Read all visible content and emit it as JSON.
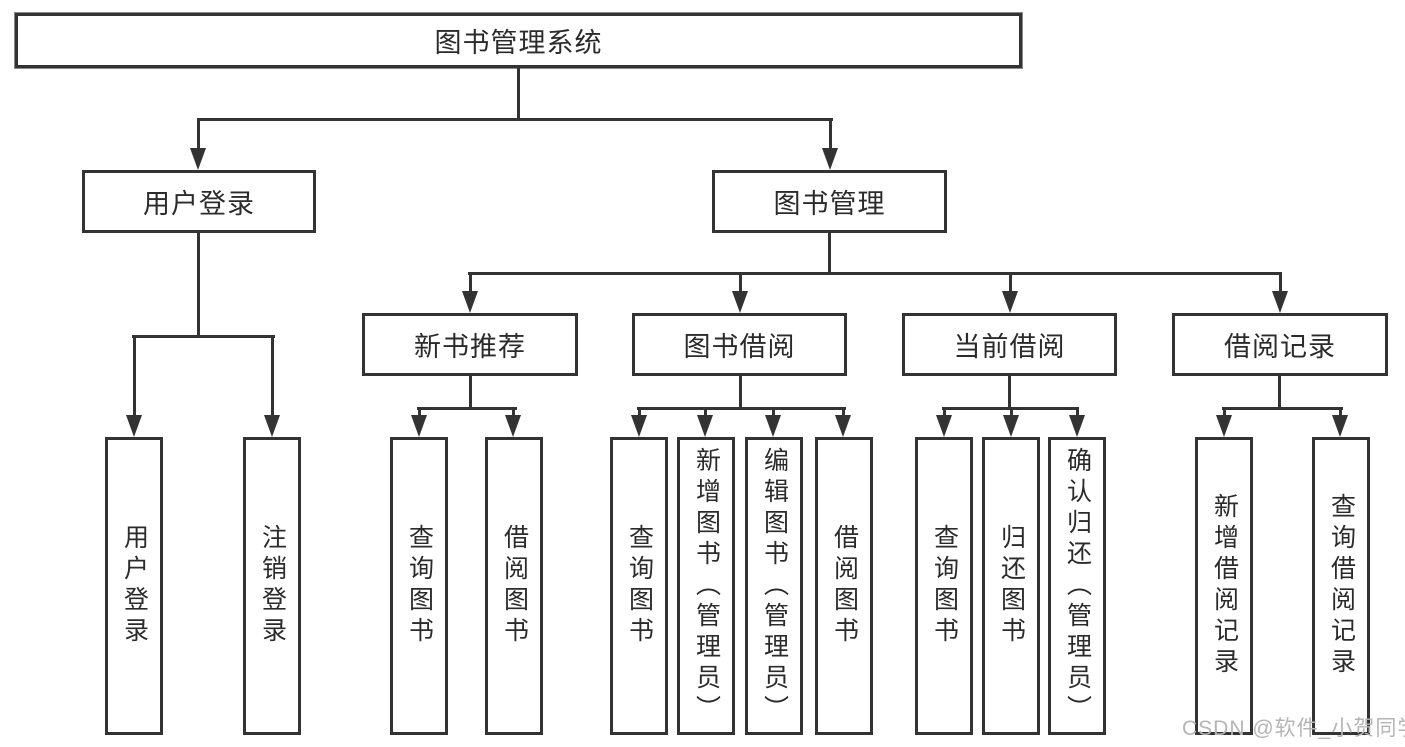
{
  "diagram": {
    "root": {
      "label": "图书管理系统"
    },
    "branches": [
      {
        "label": "用户登录",
        "children": [
          {
            "label": "用户登录"
          },
          {
            "label": "注销登录"
          }
        ]
      },
      {
        "label": "图书管理",
        "children": [
          {
            "label": "新书推荐",
            "children": [
              {
                "label": "查询图书"
              },
              {
                "label": "借阅图书"
              }
            ]
          },
          {
            "label": "图书借阅",
            "children": [
              {
                "label": "查询图书"
              },
              {
                "label": "新增图书（管理员）"
              },
              {
                "label": "编辑图书（管理员）"
              },
              {
                "label": "借阅图书"
              }
            ]
          },
          {
            "label": "当前借阅",
            "children": [
              {
                "label": "查询图书"
              },
              {
                "label": "归还图书"
              },
              {
                "label": "确认归还（管理员）"
              }
            ]
          },
          {
            "label": "借阅记录",
            "children": [
              {
                "label": "新增借阅记录"
              },
              {
                "label": "查询借阅记录"
              }
            ]
          }
        ]
      }
    ],
    "colors": {
      "line": "#333333",
      "text": "#2b2b2b",
      "background": "#ffffff",
      "watermark": "#b5b5b5"
    }
  },
  "watermark": {
    "text": "CSDN @软件_小贺同学"
  }
}
